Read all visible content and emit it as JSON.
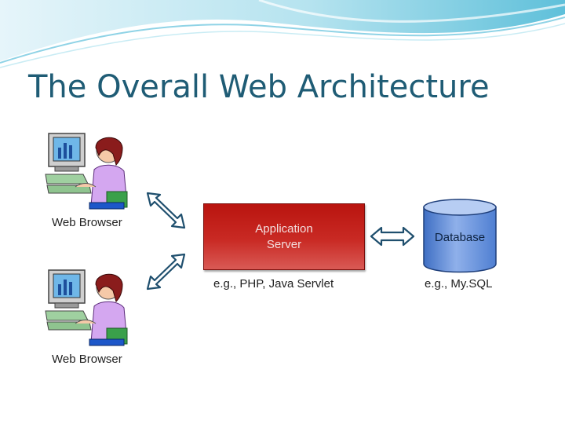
{
  "slide": {
    "title": "The Overall Web Architecture"
  },
  "clients": [
    {
      "label": "Web Browser",
      "icon": "user-at-computer-icon"
    },
    {
      "label": "Web Browser",
      "icon": "user-at-computer-icon"
    }
  ],
  "server": {
    "line1": "Application",
    "line2": "Server",
    "example": "e.g., PHP, Java Servlet",
    "color": "#c0201a"
  },
  "database": {
    "label": "Database",
    "example": "e.g., My.SQL",
    "color": "#5b86d6"
  },
  "theme": {
    "title_color": "#1f5c75",
    "wave_color": "#6fc7de"
  }
}
